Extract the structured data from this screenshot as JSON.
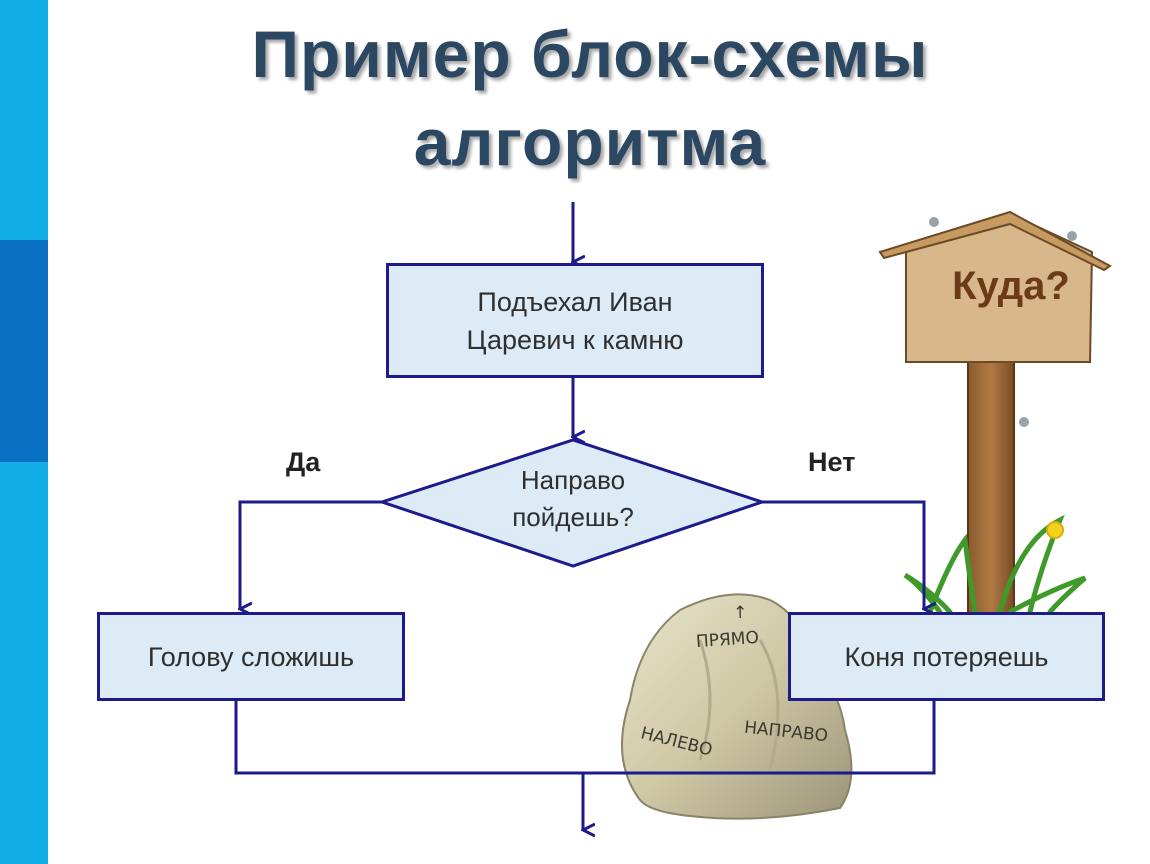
{
  "title": {
    "line1": "Пример блок-схемы",
    "line2": "алгоритма"
  },
  "flowchart": {
    "start_box": {
      "line1": "Подъехал Иван",
      "line2": "Царевич к камню"
    },
    "decision": {
      "line1": "Направо",
      "line2": "пойдешь?"
    },
    "yes_label": "Да",
    "no_label": "Нет",
    "yes_box": "Голову сложишь",
    "no_box": "Коня потеряешь"
  },
  "signpost": {
    "text": "Куда?"
  },
  "rock": {
    "carving_straight": "ПРЯМО",
    "carving_left": "НАЛЕВО",
    "carving_right": "НАПРАВО",
    "arrow_glyph": "↑"
  },
  "colors": {
    "box_fill": "#dcebf5",
    "box_border": "#1d1a8c",
    "line": "#1d1a8c",
    "title": "#2b4762",
    "sidebar_light": "#12aee8",
    "sidebar_dark": "#0a72c4"
  }
}
